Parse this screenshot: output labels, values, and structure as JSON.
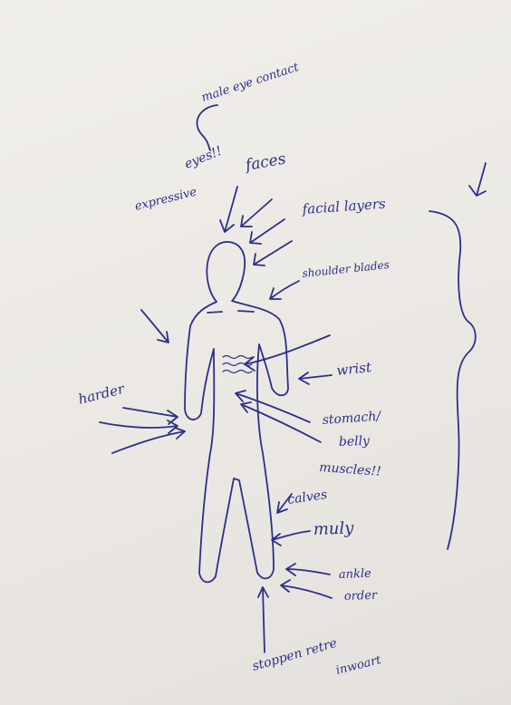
{
  "notes": {
    "note_1": "male eye contact",
    "note_2": "eyes!!",
    "note_3": "expressive",
    "note_4": "faces",
    "note_5": "facial layers",
    "note_6": "shoulder blades",
    "note_7": "wrist",
    "note_8": "harder",
    "note_9": "stomach/",
    "note_10": "belly",
    "note_11": "muscles!!",
    "note_12": "calves",
    "note_13": "muly",
    "note_14": "ankle",
    "note_15": "order",
    "note_16": "stoppen retre",
    "note_17": "inwoart"
  },
  "colors": {
    "ink": "#2c2f8c",
    "paper": "#efede9"
  }
}
